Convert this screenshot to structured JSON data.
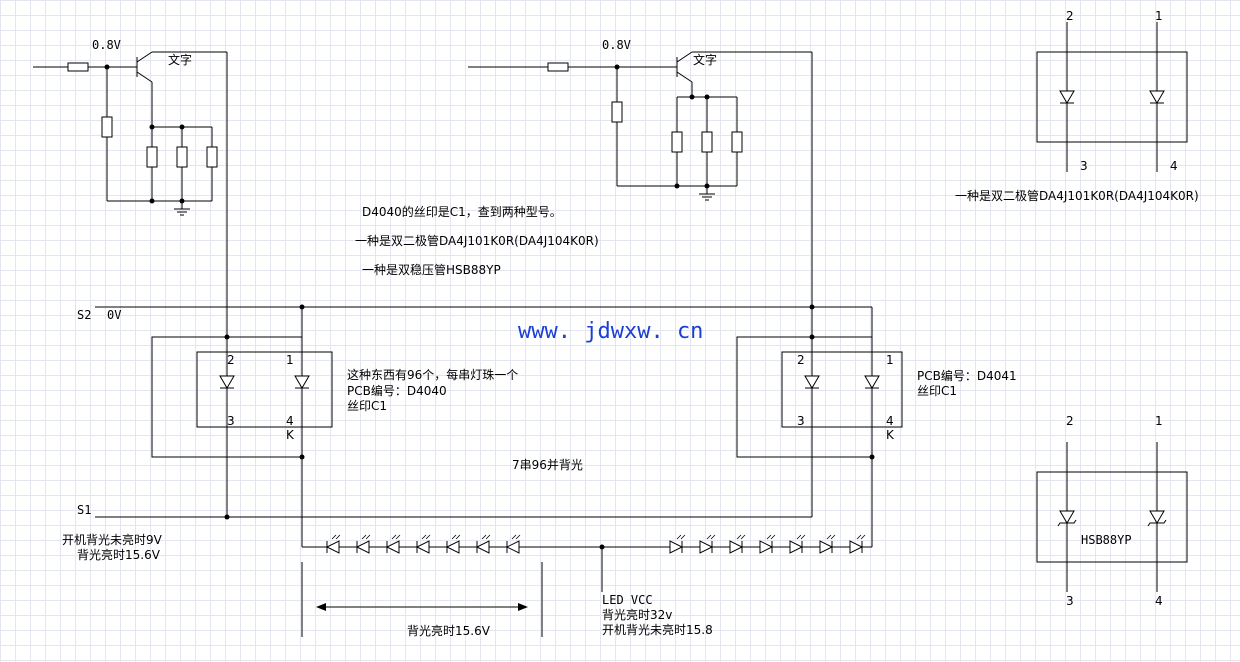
{
  "colors": {
    "wire": "#000000",
    "watermark": "#1a3fd6",
    "grid": "#e3e6ee"
  },
  "labels": {
    "v08_left": "0.8V",
    "text_left": "文字",
    "v08_right": "0.8V",
    "text_right": "文字",
    "note_line1": "D4040的丝印是C1，查到两种型号。",
    "note_line2": "一种是双二极管DA4J101K0R(DA4J104K0R)",
    "note_line3": "一种是双稳压管HSB88YP",
    "top_right_caption": "一种是双二极管DA4J101K0R(DA4J104K0R)",
    "s2": "S2",
    "ov": "0V",
    "s1": "S1",
    "watermark": "www. jdwxw. cn",
    "left_desc1": "这种东西有96个，每串灯珠一个",
    "left_desc2": "PCB编号：D4040",
    "left_desc3": "丝印C1",
    "right_desc1": "PCB编号：D4041",
    "right_desc2": "丝印C1",
    "center": "7串96并背光",
    "s1_note1": "开机背光未亮时9V",
    "s1_note2": "背光亮时15.6V",
    "led_vcc": "LED VCC",
    "led_note1": "背光亮时32v",
    "led_note2": "开机背光未亮时15.8",
    "arrow_label": "背光亮时15.6V",
    "hsb_label": "HSB88YP",
    "pins": {
      "p1": "1",
      "p2": "2",
      "p3": "3",
      "p4": "4",
      "k": "K"
    }
  }
}
